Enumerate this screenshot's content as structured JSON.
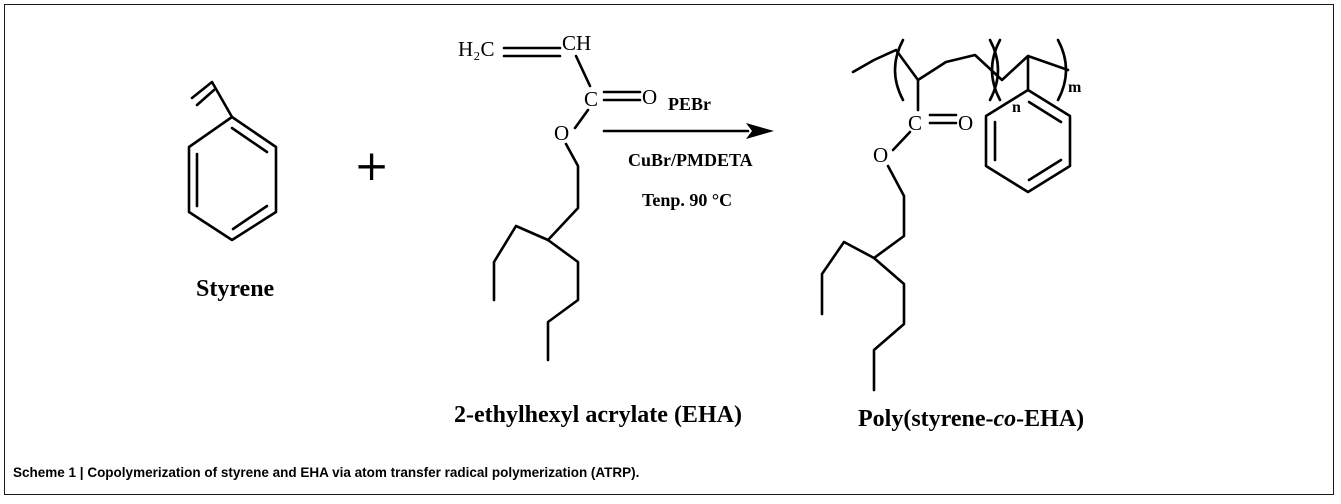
{
  "reaction": {
    "reagent_above_arrow": "PEBr",
    "reagent_below_arrow_1": "CuBr/PMDETA",
    "reagent_below_arrow_2": "Tenp. 90 °C",
    "plus_sign": "+"
  },
  "compounds": {
    "styrene": {
      "name": "Styrene"
    },
    "eha": {
      "name": "2-ethylhexyl acrylate (EHA)",
      "atom_ch2": "H₂C",
      "atom_ch": "CH",
      "atom_c": "C",
      "atom_o_carbonyl": "O",
      "atom_o_ester": "O"
    },
    "product": {
      "name_prefix": "Poly(styrene-",
      "name_italic": "co",
      "name_suffix": "-EHA)",
      "subscript_n": "n",
      "subscript_m": "m",
      "atom_c": "C",
      "atom_o_carbonyl": "O",
      "atom_o_ester": "O"
    }
  },
  "caption": "Scheme 1 | Copolymerization of styrene and EHA via atom transfer radical polymerization (ATRP)."
}
